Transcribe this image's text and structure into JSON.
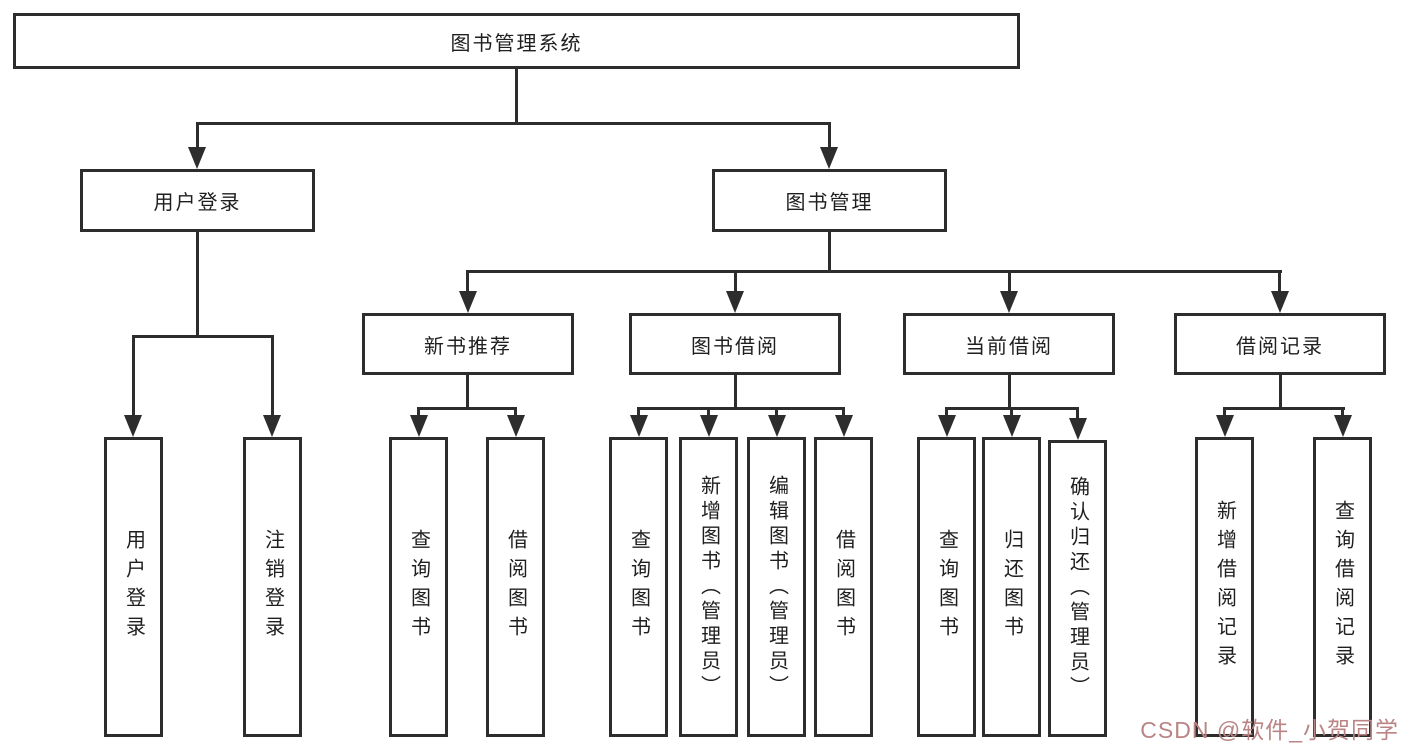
{
  "diagram": {
    "root": {
      "label": "图书管理系统"
    },
    "level2": [
      {
        "label": "用户登录",
        "children": [
          {
            "label": "用户登录"
          },
          {
            "label": "注销登录"
          }
        ]
      },
      {
        "label": "图书管理",
        "children": [
          {
            "label": "新书推荐",
            "children": [
              {
                "label": "查询图书"
              },
              {
                "label": "借阅图书"
              }
            ]
          },
          {
            "label": "图书借阅",
            "children": [
              {
                "label": "查询图书"
              },
              {
                "label": "新增图书（管理员）"
              },
              {
                "label": "编辑图书（管理员）"
              },
              {
                "label": "借阅图书"
              }
            ]
          },
          {
            "label": "当前借阅",
            "children": [
              {
                "label": "查询图书"
              },
              {
                "label": "归还图书"
              },
              {
                "label": "确认归还（管理员）"
              }
            ]
          },
          {
            "label": "借阅记录",
            "children": [
              {
                "label": "新增借阅记录"
              },
              {
                "label": "查询借阅记录"
              }
            ]
          }
        ]
      }
    ]
  },
  "watermark": {
    "text": "CSDN @软件_小贺同学",
    "color": "#ba8484"
  },
  "colors": {
    "line": "#2d2d2d",
    "text": "#1f1f1f",
    "background": "#ffffff"
  }
}
